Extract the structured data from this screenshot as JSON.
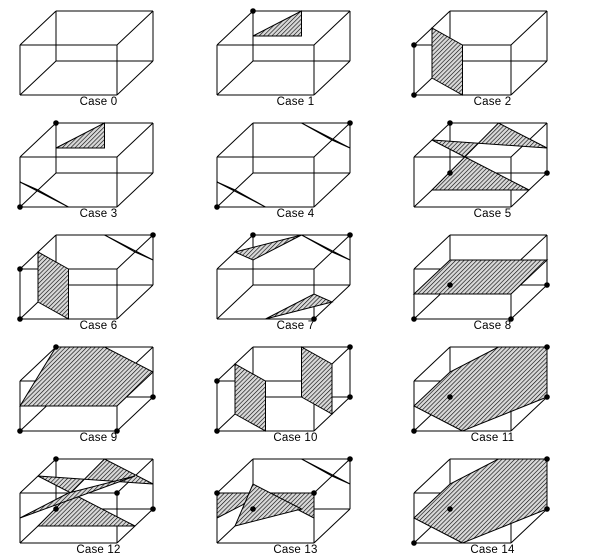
{
  "figure": {
    "cases": [
      {
        "label": "Case 0",
        "vertices": [],
        "surfaces": []
      },
      {
        "label": "Case 1",
        "vertices": [
          "B7"
        ],
        "surfaces": [
          [
            [
              "B4",
              "B7"
            ],
            [
              "B5",
              "B7"
            ],
            [
              "B6",
              "B7"
            ]
          ]
        ]
      },
      {
        "label": "Case 2",
        "vertices": [
          "F0",
          "F3"
        ],
        "surfaces": [
          [
            [
              "F0",
              "F1"
            ],
            [
              "F3",
              "F2"
            ],
            [
              "F3",
              "B3"
            ],
            [
              "F0",
              "B0"
            ]
          ]
        ]
      },
      {
        "label": "Case 3",
        "vertices": [
          "F0",
          "B7"
        ],
        "surfaces": [
          [
            [
              "F0",
              "F1"
            ],
            [
              "F0",
              "F3"
            ],
            [
              "F0",
              "B0"
            ]
          ],
          [
            [
              "B4",
              "B7"
            ],
            [
              "B5",
              "B7"
            ],
            [
              "B6",
              "B7"
            ]
          ]
        ]
      },
      {
        "label": "Case 4",
        "vertices": [
          "F0",
          "B6"
        ],
        "surfaces": [
          [
            [
              "F0",
              "F1"
            ],
            [
              "F0",
              "F3"
            ],
            [
              "F0",
              "B0"
            ]
          ],
          [
            [
              "B5",
              "B6"
            ],
            [
              "B6",
              "B7"
            ],
            [
              "F2",
              "B6"
            ]
          ]
        ]
      },
      {
        "label": "Case 5",
        "vertices": [
          "B0",
          "B1",
          "B3"
        ],
        "surfaces": [
          [
            [
              "F0",
              "B0"
            ],
            [
              "F1",
              "B1"
            ],
            [
              "F3",
              "B3"
            ],
            [
              "B1",
              "B2"
            ],
            [
              "B3",
              "B2"
            ]
          ]
        ]
      },
      {
        "label": "Case 6",
        "vertices": [
          "F0",
          "F3",
          "B6"
        ],
        "surfaces": [
          [
            [
              "F0",
              "F1"
            ],
            [
              "F3",
              "F2"
            ],
            [
              "F3",
              "B3"
            ],
            [
              "F0",
              "B0"
            ]
          ],
          [
            [
              "B5",
              "B6"
            ],
            [
              "B6",
              "B7"
            ],
            [
              "F2",
              "B6"
            ]
          ]
        ]
      },
      {
        "label": "Case 7",
        "vertices": [
          "F1",
          "B6",
          "B3"
        ],
        "surfaces": [
          [
            [
              "F0",
              "F1"
            ],
            [
              "F1",
              "F2"
            ],
            [
              "F1",
              "B1"
            ]
          ],
          [
            [
              "B5",
              "B6"
            ],
            [
              "B6",
              "B7"
            ],
            [
              "F2",
              "B6"
            ]
          ],
          [
            [
              "B3",
              "B0"
            ],
            [
              "B3",
              "B2"
            ],
            [
              "F3",
              "B3"
            ]
          ]
        ]
      },
      {
        "label": "Case 8",
        "vertices": [
          "F0",
          "F1",
          "B0",
          "B1"
        ],
        "surfaces": [
          [
            [
              "F0",
              "F3"
            ],
            [
              "F1",
              "F2"
            ],
            [
              "B1",
              "B2"
            ],
            [
              "B0",
              "B3"
            ]
          ]
        ]
      },
      {
        "label": "Case 9",
        "vertices": [
          "F0",
          "F1",
          "B1",
          "B3"
        ],
        "surfaces": [
          [
            [
              "F0",
              "F3"
            ],
            [
              "F1",
              "F2"
            ],
            [
              "B1",
              "B2"
            ],
            [
              "B3",
              "B2"
            ],
            [
              "B3",
              "B7"
            ],
            [
              "F0",
              "F3"
            ]
          ]
        ]
      },
      {
        "label": "Case 10",
        "vertices": [
          "F0",
          "F3",
          "B1",
          "B2"
        ],
        "surfaces": [
          [
            [
              "F0",
              "F1"
            ],
            [
              "F3",
              "F2"
            ],
            [
              "F3",
              "B3"
            ],
            [
              "F0",
              "B0"
            ]
          ],
          [
            [
              "B1",
              "B0"
            ],
            [
              "B2",
              "B3"
            ],
            [
              "F2",
              "B2"
            ],
            [
              "F1",
              "B1"
            ]
          ]
        ]
      },
      {
        "label": "Case 11",
        "vertices": [
          "F0",
          "B0",
          "B1",
          "B2"
        ],
        "surfaces": [
          [
            [
              "F0",
              "F1"
            ],
            [
              "F0",
              "F3"
            ],
            [
              "B0",
              "B3"
            ],
            [
              "B2",
              "B3"
            ],
            [
              "B2",
              "B6"
            ],
            [
              "B1",
              "B5"
            ]
          ]
        ]
      },
      {
        "label": "Case 12",
        "vertices": [
          "B0",
          "B1",
          "B3",
          "F6"
        ],
        "surfaces": [
          [
            [
              "F0",
              "B0"
            ],
            [
              "F1",
              "B1"
            ],
            [
              "F3",
              "B3"
            ],
            [
              "B1",
              "B2"
            ],
            [
              "B3",
              "B2"
            ]
          ],
          [
            [
              "F4",
              "F7"
            ],
            [
              "F6",
              "F7"
            ],
            [
              "F6",
              "B6"
            ]
          ]
        ]
      },
      {
        "label": "Case 13",
        "vertices": [
          "F7",
          "B6",
          "F2",
          "B0"
        ],
        "surfaces": [
          [
            [
              "F4",
              "F7"
            ],
            [
              "F6",
              "F7"
            ],
            [
              "F3",
              "F7"
            ]
          ],
          [
            [
              "B5",
              "B6"
            ],
            [
              "B6",
              "B7"
            ],
            [
              "F2",
              "B6"
            ]
          ],
          [
            [
              "F2",
              "F3"
            ],
            [
              "F1",
              "F2"
            ],
            [
              "F6",
              "F2"
            ]
          ],
          [
            [
              "B0",
              "B1"
            ],
            [
              "B0",
              "B3"
            ],
            [
              "F0",
              "B0"
            ]
          ]
        ]
      },
      {
        "label": "Case 14",
        "vertices": [
          "F4",
          "B0",
          "B1",
          "B2"
        ],
        "surfaces": [
          [
            [
              "F4",
              "F5"
            ],
            [
              "F4",
              "F7"
            ],
            [
              "B0",
              "B3"
            ],
            [
              "B2",
              "B3"
            ],
            [
              "B2",
              "B6"
            ],
            [
              "B1",
              "B5"
            ]
          ]
        ]
      }
    ],
    "colors": {
      "line": "#000000",
      "hatch": "#000000",
      "background": "#ffffff"
    }
  }
}
